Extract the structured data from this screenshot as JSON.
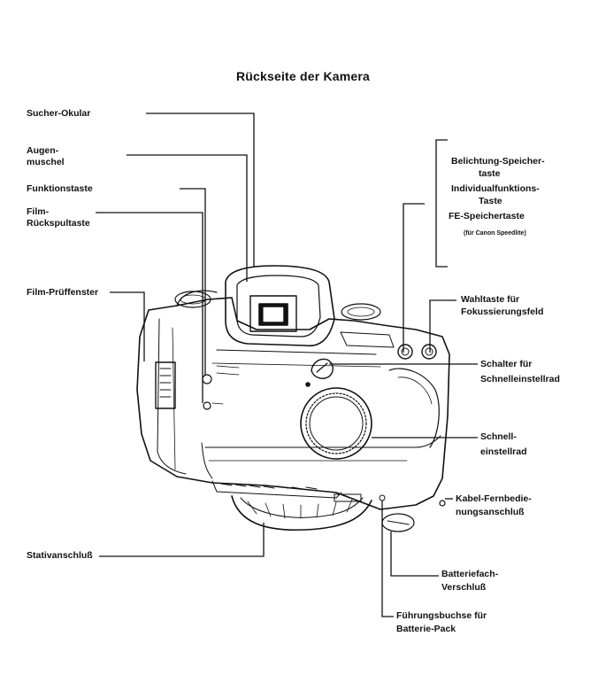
{
  "title": "Rückseite der Kamera",
  "labels": {
    "sucher_okular": "Sucher-Okular",
    "augen_1": "Augen-",
    "augen_2": "muschel",
    "funktionstaste": "Funktionstaste",
    "film_rueck_1": "Film-",
    "film_rueck_2": "Rückspultaste",
    "film_pruef": "Film-Prüffenster",
    "belicht_1": "Belichtung-Speicher-",
    "belicht_2": "taste",
    "indiv_1": "Individualfunktions-",
    "indiv_2": "Taste",
    "fe_1": "FE-Speichertaste",
    "fe_2": "(für Canon Speedlite)",
    "wahl_1": "Wahltaste für",
    "wahl_2": "Fokussierungsfeld",
    "schalter_1": "Schalter für",
    "schalter_2": "Schnelleinstellrad",
    "schnell_1": "Schnell-",
    "schnell_2": "einstellrad",
    "kabel_1": "Kabel-Fernbedie-",
    "kabel_2": "nungsanschluß",
    "stativ": "Stativanschluß",
    "batt_1": "Batteriefach-",
    "batt_2": "Verschluß",
    "fuehr_1": "Führungsbuchse für",
    "fuehr_2": "Batterie-Pack"
  },
  "colors": {
    "ink": "#111111",
    "paper": "#ffffff"
  }
}
